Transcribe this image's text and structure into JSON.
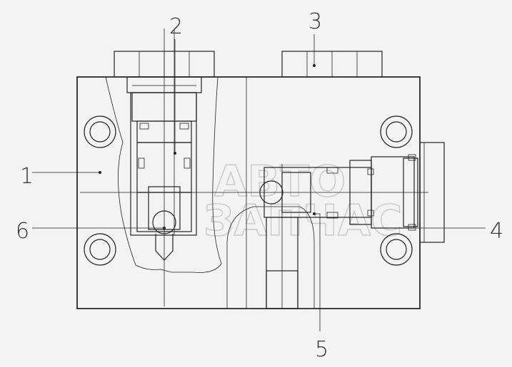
{
  "callouts": [
    {
      "id": "1",
      "label": "1"
    },
    {
      "id": "2",
      "label": "2"
    },
    {
      "id": "3",
      "label": "3"
    },
    {
      "id": "4",
      "label": "4"
    },
    {
      "id": "5",
      "label": "5"
    },
    {
      "id": "6",
      "label": "6"
    }
  ],
  "watermark": {
    "line1": "АВТО",
    "line2": "ЗАПЧАС"
  },
  "colors": {
    "background": "#f3f3f3",
    "lines": "#222222",
    "watermark": "#c9c9c9",
    "hatch": "#444444"
  }
}
